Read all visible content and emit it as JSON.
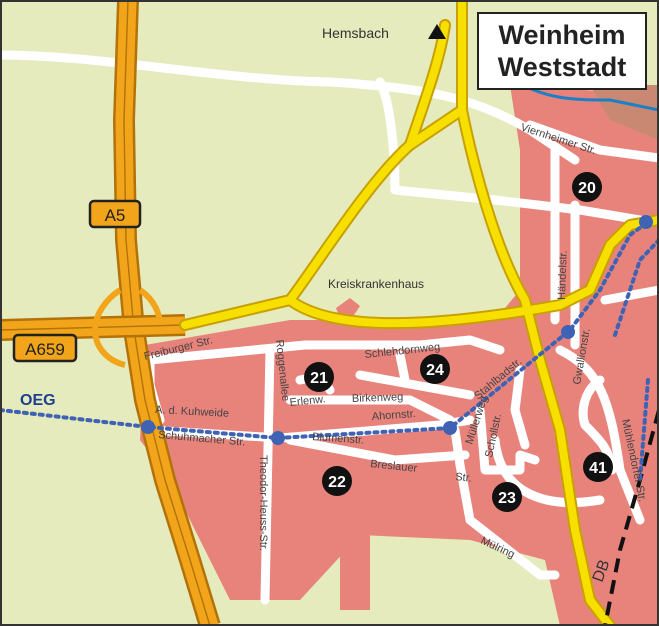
{
  "map": {
    "title": {
      "line1": "Weinheim",
      "line2": "Weststadt"
    },
    "places": {
      "hemsbach": "Hemsbach",
      "hospital": "Kreiskrankenhaus",
      "oeg": "OEG",
      "db": "DB"
    },
    "shields": {
      "a5": "A5",
      "a659": "A659"
    },
    "streets": {
      "viernheimer": "Viernheimer Str.",
      "freiburger": "Freiburger Str.",
      "schlehdornweg": "Schlehdornweg",
      "roggenallee": "Roggenallee",
      "erlenweg": "Erlenw.",
      "birkenweg": "Birkenweg",
      "ahornstr": "Ahornstr.",
      "kuhweide": "A. d. Kuhweide",
      "schuhmacher": "Schuhmacher Str.",
      "blumenstr": "Blumenstr.",
      "breslauer": "Breslauer",
      "str": "Str.",
      "stahlbadstr": "Stahlbadstr.",
      "muellerweg": "Müllerweg",
      "schollstr": "Schollstr.",
      "haendelstr": "Händelstr.",
      "gwallionstr": "Gwallionstr.",
      "muehlendorfer": "Mühlendorfer Str.",
      "heussstr": "Theodor-Heuss-Str.",
      "muelring": "Mülring"
    },
    "markers": [
      "20",
      "21",
      "24",
      "22",
      "23",
      "41"
    ]
  },
  "colors": {
    "background": "#e5ebbd",
    "builtup": "#e8837c",
    "mainroad": "#f7e000",
    "road_outline": "#c8a000",
    "motorway": "#f2a51a",
    "motorway_outline": "#b27208",
    "tram": "#3f63b4",
    "water": "#1b80c8",
    "marker": "#111111"
  }
}
